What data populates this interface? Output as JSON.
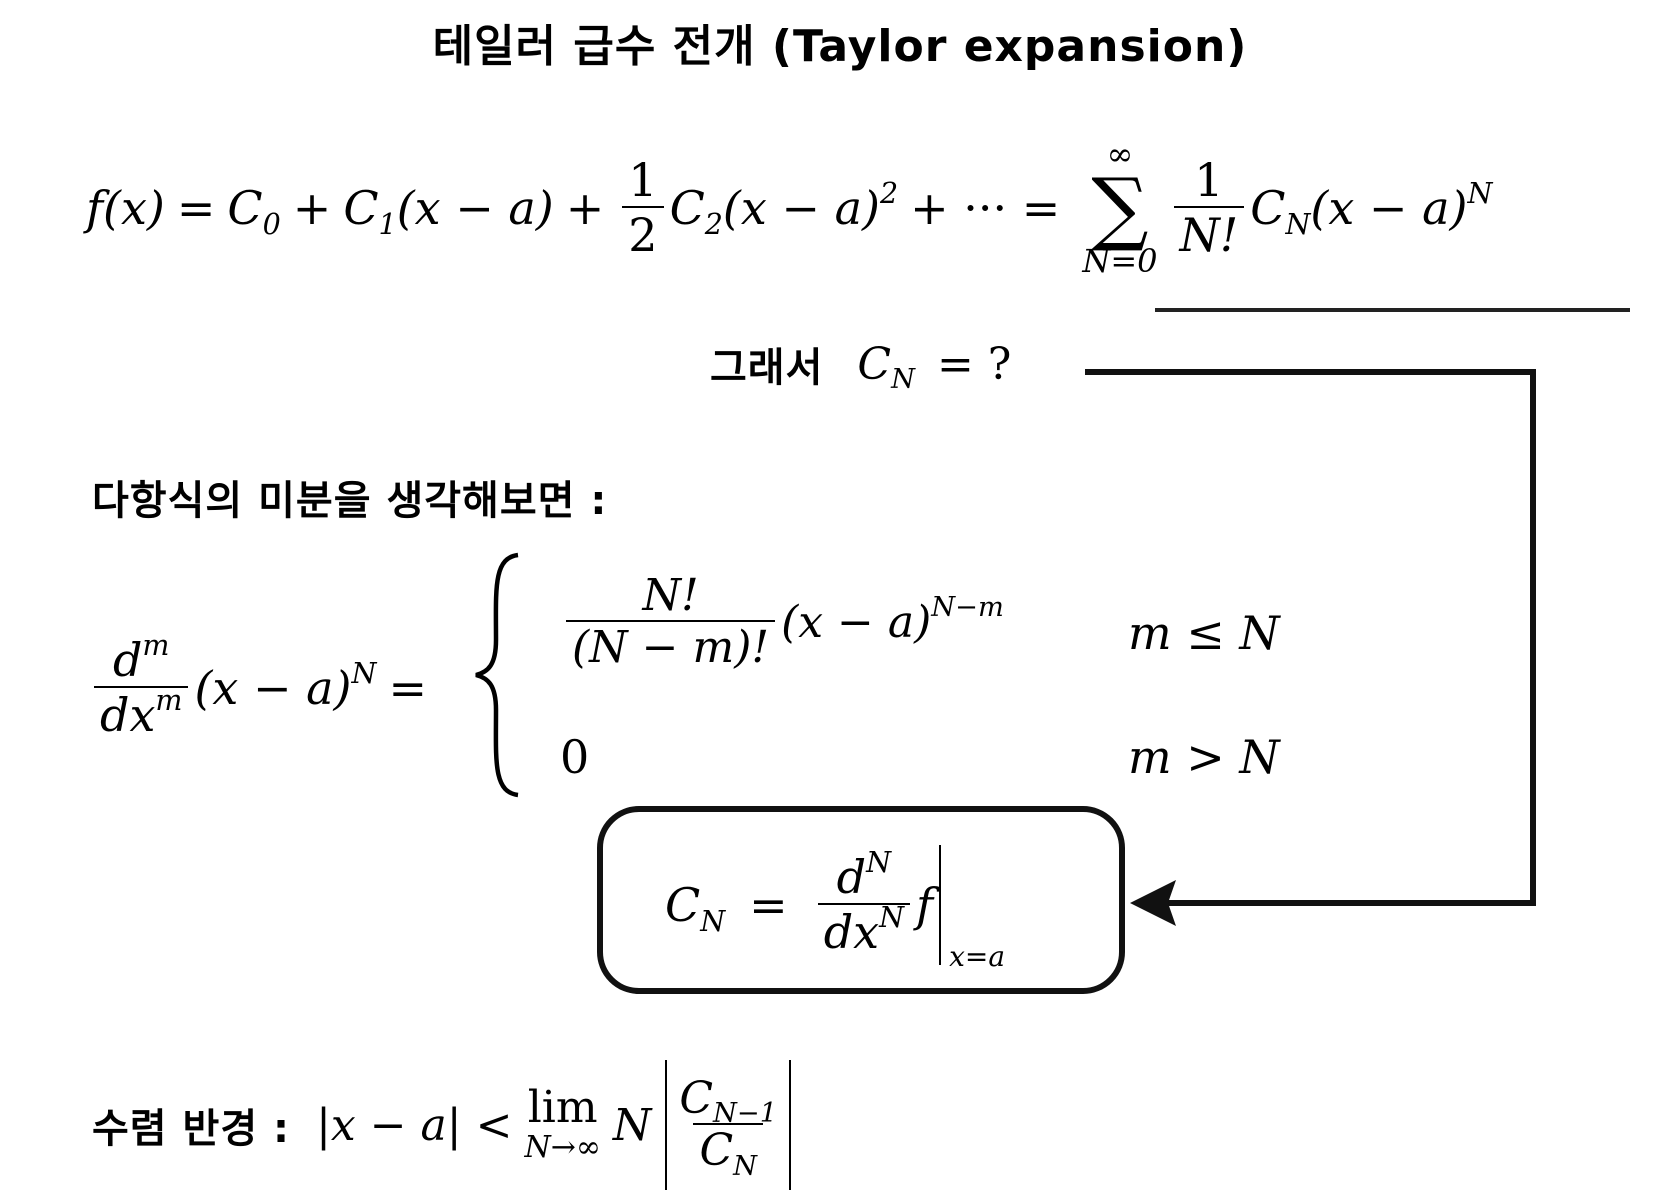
{
  "title": "테일러 급수 전개 (Taylor expansion)",
  "series_eq": {
    "lhs": "f(x)",
    "eq": "=",
    "c0": "C",
    "c0_sub": "0",
    "plus": "+",
    "c1": "C",
    "c1_sub": "1",
    "xa": "(x − a)",
    "half_num": "1",
    "half_den": "2",
    "c2": "C",
    "c2_sub": "2",
    "xa_sq": "(x − a)",
    "sq": "2",
    "dots": "+ ··· =",
    "sum_sym": "∑",
    "sum_top": "∞",
    "sum_bottom": "N=0",
    "frac_num": "1",
    "frac_den": "N!",
    "cn": "C",
    "cn_sub": "N",
    "xa_n": "(x − a)",
    "pow_n": "N"
  },
  "question": {
    "label": "그래서",
    "c": "C",
    "c_sub": "N",
    "rest": "= ?"
  },
  "diff_label": "다항식의 미분을 생각해보면 :",
  "derivative": {
    "d_num": "d",
    "d_num_sup": "m",
    "d_den": "dx",
    "d_den_sup": "m",
    "xa": "(x − a)",
    "xa_sup": "N",
    "eq": "=",
    "case1_num": "N!",
    "case1_den": "(N − m)!",
    "case1_xa": "(x − a)",
    "case1_sup": "N−m",
    "case1_cond": "m ≤ N",
    "case2_val": "0",
    "case2_cond": "m > N"
  },
  "result": {
    "c": "C",
    "c_sub": "N",
    "eq": "=",
    "d_num": "d",
    "d_num_sup": "N",
    "d_den": "dx",
    "d_den_sup": "N",
    "f": "f",
    "eval_at": "x=a"
  },
  "radius": {
    "label": "수렴 반경 :",
    "lhs": "|x − a| <",
    "lim": "lim",
    "lim_sub": "N→∞",
    "n": "N",
    "num_c": "C",
    "num_sub": "N−1",
    "den_c": "C",
    "den_sub": "N"
  }
}
